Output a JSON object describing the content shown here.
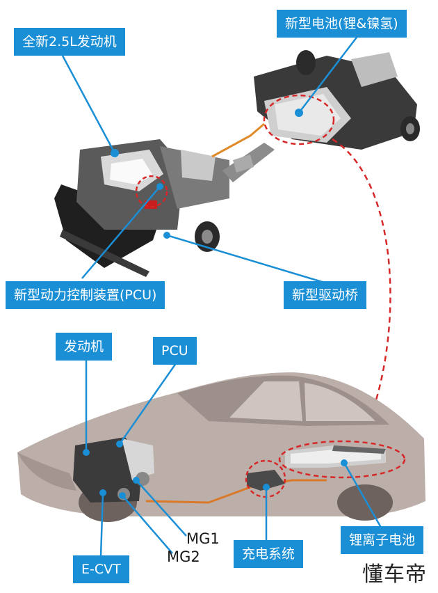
{
  "colors": {
    "accent_blue": "#1a8fd6",
    "dashed_red": "#d62828",
    "car_body": "#b7a9a4",
    "chassis_dark": "#2b2b2b"
  },
  "top_labels": {
    "engine": "全新2.5L发动机",
    "battery": "新型电池(锂&镍氢)",
    "pcu": "新型动力控制装置(PCU)",
    "axle": "新型驱动桥"
  },
  "bottom_labels": {
    "engine": "发动机",
    "pcu": "PCU",
    "ecvt": "E-CVT",
    "mg1": "MG1",
    "mg2": "MG2",
    "charging": "充电系统",
    "li_battery": "锂离子电池"
  },
  "watermark": "懂车帝"
}
